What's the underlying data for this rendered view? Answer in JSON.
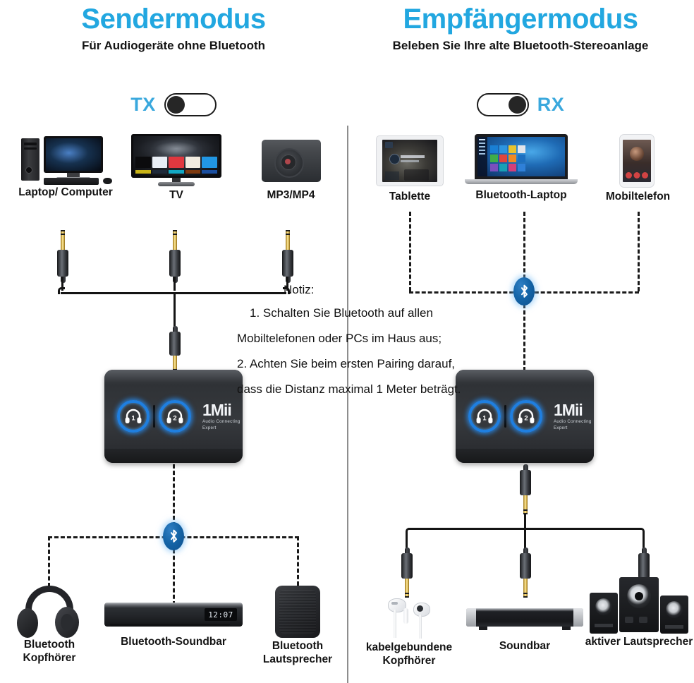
{
  "left_panel": {
    "title": "Sendermodus",
    "subtitle": "Für Audiogeräte ohne Bluetooth",
    "toggle": {
      "label": "TX",
      "knob_position": "left"
    },
    "sources": [
      {
        "caption": "Laptop/ Computer",
        "icon": "desktop-computer-icon"
      },
      {
        "caption": "TV",
        "icon": "television-icon"
      },
      {
        "caption": "MP3/MP4",
        "icon": "mp3-player-icon"
      }
    ],
    "connection_type": "wired",
    "outputs": [
      {
        "caption_line1": "Bluetooth",
        "caption_line2": "Kopfhörer",
        "icon": "bluetooth-headphones-icon"
      },
      {
        "caption_line1": "Bluetooth-Soundbar",
        "caption_line2": "",
        "icon": "soundbar-icon"
      },
      {
        "caption_line1": "Bluetooth",
        "caption_line2": "Lautsprecher",
        "icon": "bluetooth-speaker-icon"
      }
    ],
    "output_connection_type": "wireless",
    "soundbar_clock": "12:07"
  },
  "right_panel": {
    "title": "Empfängermodus",
    "subtitle": "Beleben Sie Ihre alte Bluetooth-Stereoanlage",
    "toggle": {
      "label": "RX",
      "knob_position": "right"
    },
    "sources": [
      {
        "caption": "Tablette",
        "icon": "tablet-icon"
      },
      {
        "caption": "Bluetooth-Laptop",
        "icon": "laptop-icon"
      },
      {
        "caption": "Mobiltelefon",
        "icon": "smartphone-icon"
      }
    ],
    "connection_type": "wireless",
    "outputs": [
      {
        "caption_line1": "kabelgebundene",
        "caption_line2": "Kopfhörer",
        "icon": "wired-earbuds-icon"
      },
      {
        "caption_line1": "Soundbar",
        "caption_line2": "",
        "icon": "soundbar-icon"
      },
      {
        "caption_line1": "aktiver Lautsprecher",
        "caption_line2": "",
        "icon": "active-speaker-icon"
      }
    ],
    "output_connection_type": "wired"
  },
  "device": {
    "brand": "1Mii",
    "tagline": "Audio Connecting Expert",
    "button_1_label": "1",
    "button_2_label": "2"
  },
  "note": {
    "heading": "Notiz:",
    "line1": "1. Schalten Sie Bluetooth auf allen",
    "line2": "Mobiltelefonen oder PCs im Haus aus;",
    "line3": "2. Achten Sie beim ersten Pairing darauf,",
    "line4": "dass die Distanz maximal 1 Meter beträgt."
  },
  "colors": {
    "accent": "#22a7e0",
    "toggle_label": "#3aa8dd",
    "bluetooth_badge": "#1565a8",
    "text": "#131313",
    "wire": "#141414"
  }
}
